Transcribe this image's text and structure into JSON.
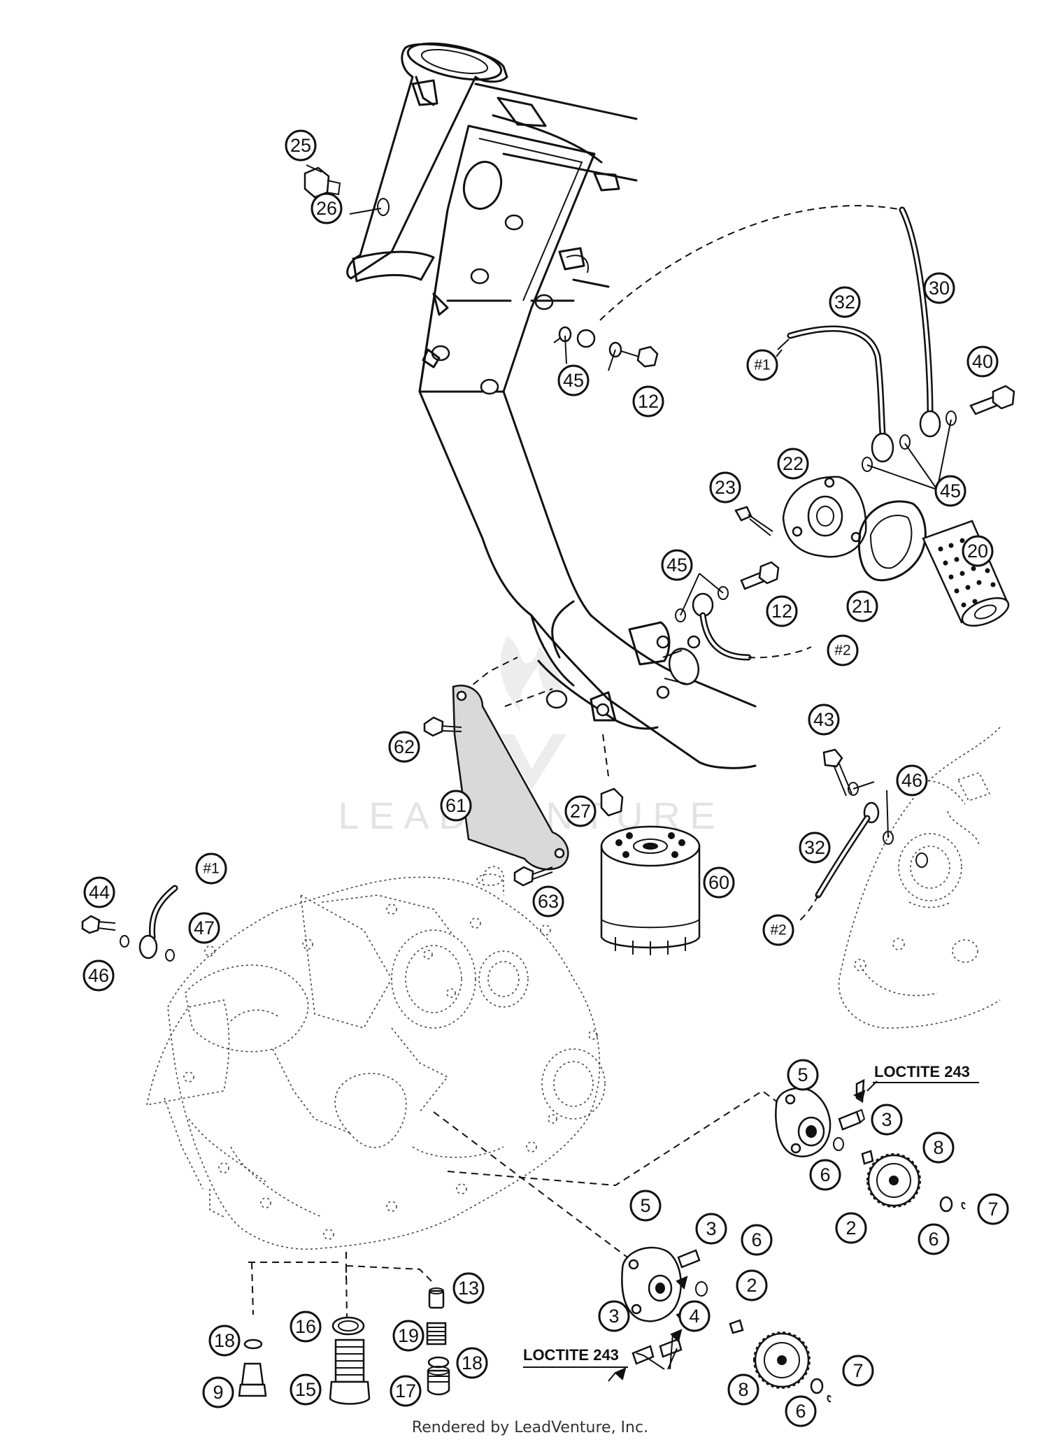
{
  "callouts": [
    {
      "id": "c25",
      "label": "25"
    },
    {
      "id": "c26",
      "label": "26"
    },
    {
      "id": "c32a",
      "label": "32"
    },
    {
      "id": "c30",
      "label": "30"
    },
    {
      "id": "c1a",
      "label": "#1"
    },
    {
      "id": "c40",
      "label": "40"
    },
    {
      "id": "c45a",
      "label": "45"
    },
    {
      "id": "c12a",
      "label": "12"
    },
    {
      "id": "c22",
      "label": "22"
    },
    {
      "id": "c23",
      "label": "23"
    },
    {
      "id": "c45b",
      "label": "45"
    },
    {
      "id": "c20",
      "label": "20"
    },
    {
      "id": "c45c",
      "label": "45"
    },
    {
      "id": "c12b",
      "label": "12"
    },
    {
      "id": "c21",
      "label": "21"
    },
    {
      "id": "c2a",
      "label": "#2"
    },
    {
      "id": "c43",
      "label": "43"
    },
    {
      "id": "c46a",
      "label": "46"
    },
    {
      "id": "c62",
      "label": "62"
    },
    {
      "id": "c61",
      "label": "61"
    },
    {
      "id": "c27",
      "label": "27"
    },
    {
      "id": "c32b",
      "label": "32"
    },
    {
      "id": "c1b",
      "label": "#1"
    },
    {
      "id": "c60",
      "label": "60"
    },
    {
      "id": "c63",
      "label": "63"
    },
    {
      "id": "c44",
      "label": "44"
    },
    {
      "id": "c47",
      "label": "47"
    },
    {
      "id": "c46b",
      "label": "46"
    },
    {
      "id": "c2b",
      "label": "#2"
    },
    {
      "id": "c5a",
      "label": "5"
    },
    {
      "id": "c3a",
      "label": "3"
    },
    {
      "id": "c8a",
      "label": "8"
    },
    {
      "id": "c6a",
      "label": "6"
    },
    {
      "id": "c2c",
      "label": "2"
    },
    {
      "id": "c7a",
      "label": "7"
    },
    {
      "id": "c6b",
      "label": "6"
    },
    {
      "id": "c5b",
      "label": "5"
    },
    {
      "id": "c3b",
      "label": "3"
    },
    {
      "id": "c6c",
      "label": "6"
    },
    {
      "id": "c2d",
      "label": "2"
    },
    {
      "id": "c3c",
      "label": "3"
    },
    {
      "id": "c4",
      "label": "4"
    },
    {
      "id": "c8b",
      "label": "8"
    },
    {
      "id": "c7b",
      "label": "7"
    },
    {
      "id": "c6d",
      "label": "6"
    },
    {
      "id": "c13",
      "label": "13"
    },
    {
      "id": "c16",
      "label": "16"
    },
    {
      "id": "c19",
      "label": "19"
    },
    {
      "id": "c18a",
      "label": "18"
    },
    {
      "id": "c18b",
      "label": "18"
    },
    {
      "id": "c9",
      "label": "9"
    },
    {
      "id": "c15",
      "label": "15"
    },
    {
      "id": "c17",
      "label": "17"
    }
  ],
  "notes": {
    "loctite_upper": "LOCTITE 243",
    "loctite_lower": "LOCTITE 243"
  },
  "watermark": "LEADVENTURE",
  "footer": "Rendered by LeadVenture, Inc."
}
